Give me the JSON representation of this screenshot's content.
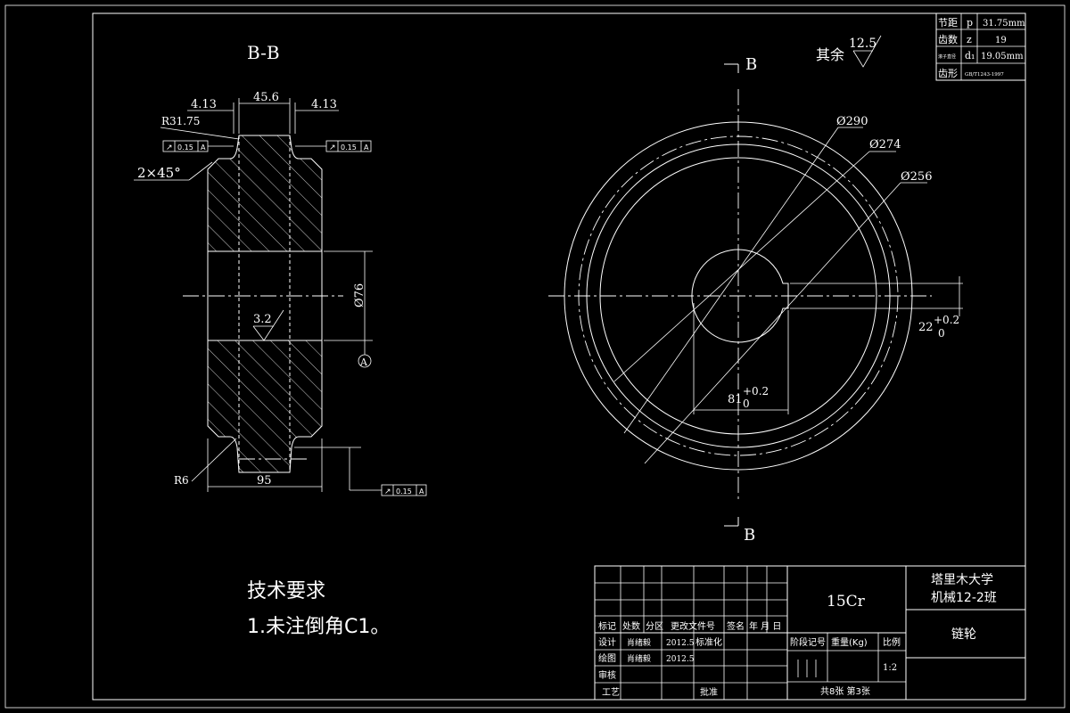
{
  "section_view": {
    "title": "B-B",
    "dims": {
      "left_offset": "4.13",
      "tooth_width": "45.6",
      "right_offset": "4.13",
      "radius_top": "R31.75",
      "chamfer": "2×45°",
      "bore_dia": "Ø76",
      "roughness": "3.2",
      "datum": "A",
      "radius_bottom": "R6",
      "hub_width": "95"
    },
    "tolerances": {
      "left": {
        "symbol": "↗",
        "value": "0.15",
        "datum": "A"
      },
      "right": {
        "symbol": "↗",
        "value": "0.15",
        "datum": "A"
      },
      "bottom": {
        "symbol": "↗",
        "value": "0.15",
        "datum": "A"
      }
    }
  },
  "front_view": {
    "section_mark_top": "B",
    "section_mark_bottom": "B",
    "roughness_rest_label": "其余",
    "roughness_rest_value": "12.5",
    "dia_outer": "Ø290",
    "dia_mid": "Ø274",
    "dia_root": "Ø256",
    "keyway_depth": "81",
    "keyway_depth_tol_up": "+0.2",
    "keyway_depth_tol_low": "0",
    "keyway_width": "22",
    "keyway_width_tol_up": "+0.2",
    "keyway_width_tol_low": "0"
  },
  "params_table": [
    {
      "name": "节距",
      "sym": "p",
      "value": "31.75mm"
    },
    {
      "name": "齿数",
      "sym": "z",
      "value": "19"
    },
    {
      "name": "滚子直径",
      "sym": "d₁",
      "value": "19.05mm"
    },
    {
      "name": "齿形",
      "sym": "",
      "value": "GB/T1243-1997"
    }
  ],
  "tech_req": {
    "title": "技术要求",
    "item1": "1.未注倒角C1。"
  },
  "title_block": {
    "material": "15Cr",
    "school": "塔里木大学",
    "class": "机械12-2班",
    "part_name": "链轮",
    "header": [
      "标记",
      "处数",
      "分区",
      "更改文件号",
      "签名",
      "年 月 日"
    ],
    "design_label": "设计",
    "design_name": "肖绪毅",
    "design_date": "2012.5",
    "standard_label": "标准化",
    "draw_label": "绘图",
    "draw_name": "肖绪毅",
    "draw_date": "2012.5",
    "review_label": "审核",
    "process_label": "工艺",
    "approve_label": "批准",
    "stage_label": "阶段记号",
    "weight_label": "重量(Kg)",
    "scale_label": "比例",
    "scale_value": "1:2",
    "sheets": "共8张 第3张"
  }
}
